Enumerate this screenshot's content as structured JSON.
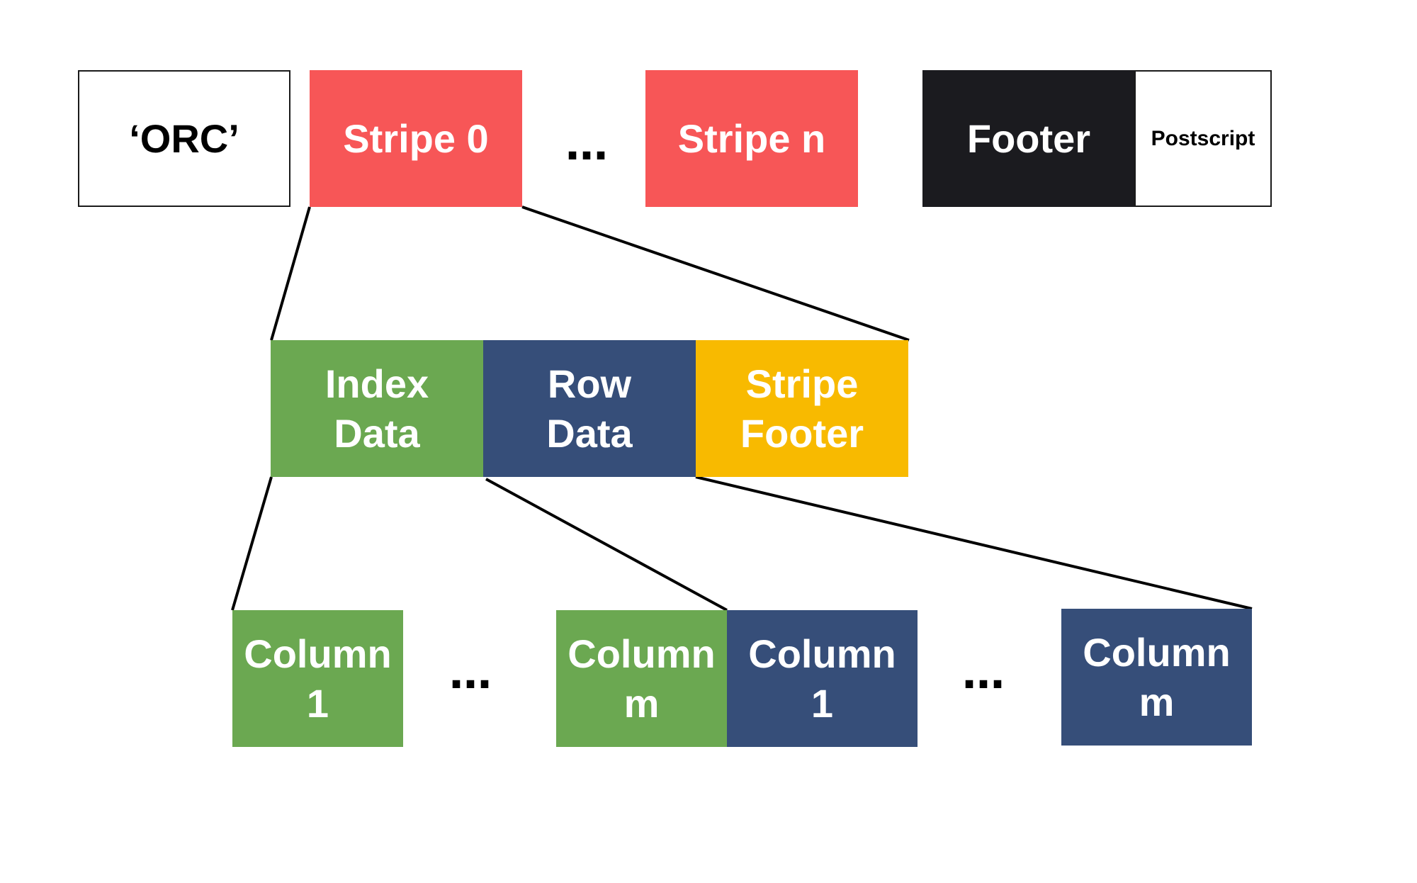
{
  "colors": {
    "stripe": "#f75657",
    "footer": "#1b1b1f",
    "index": "#6ba851",
    "row": "#364e79",
    "stripe_footer": "#f8ba00",
    "outline": "#1a1a1a",
    "white": "#ffffff"
  },
  "file": {
    "orc_label": "‘ORC’",
    "stripe_0_label": "Stripe 0",
    "ellipsis": "…",
    "stripe_n_label": "Stripe n",
    "footer_label": "Footer",
    "postscript_label": "Postscript"
  },
  "stripe": {
    "index_data_label": "Index\nData",
    "row_data_label": "Row\nData",
    "stripe_footer_label": "Stripe\nFooter"
  },
  "columns": {
    "index_column_1_label": "Column\n1",
    "index_column_m_label": "Column\nm",
    "row_column_1_label": "Column\n1",
    "row_column_m_label": "Column\nm",
    "index_ellipsis": "…",
    "row_ellipsis": "…"
  }
}
